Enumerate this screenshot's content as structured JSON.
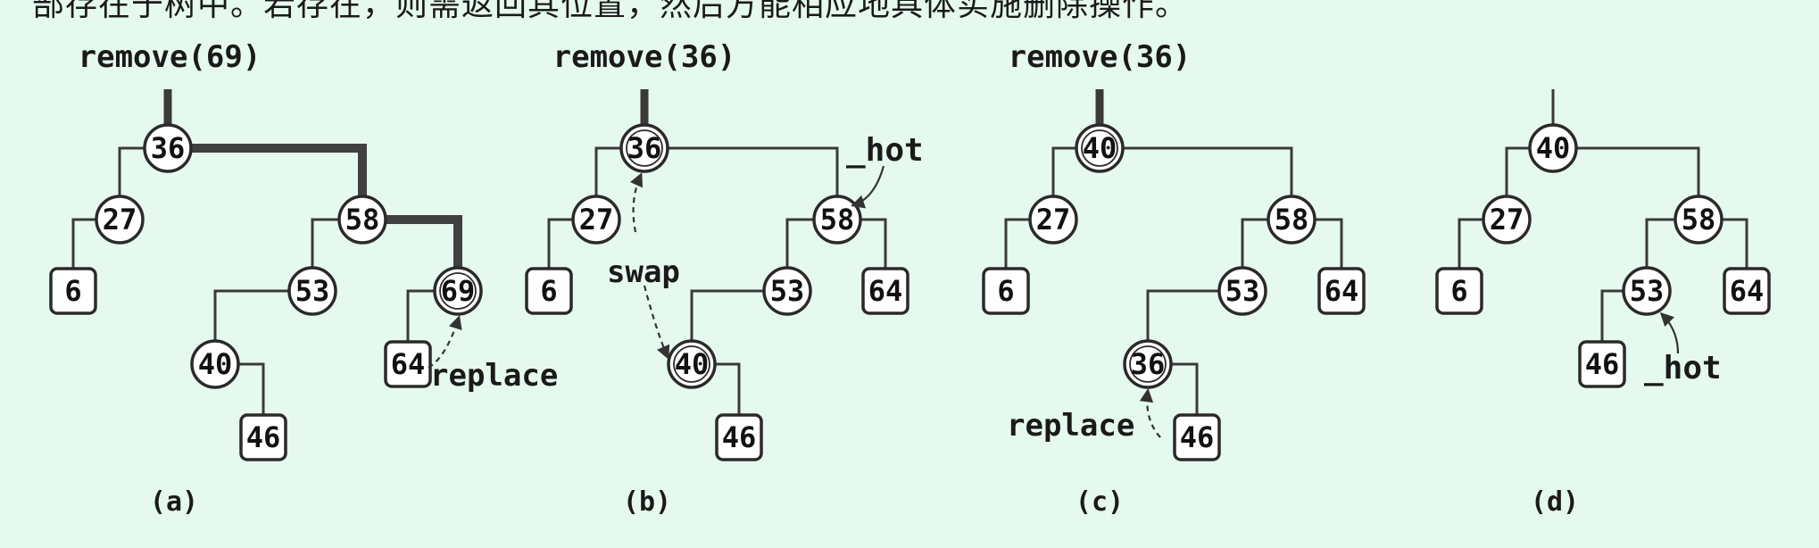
{
  "top_text": "部存在于树中。若存在，则需返回其位置，然后方能相应地具体实施删除操作。",
  "bottom_text": "",
  "panels": [
    {
      "caption": "(a)",
      "title": "remove(69)",
      "nodes": {
        "n36": {
          "label": "36",
          "shape": "circle"
        },
        "n27": {
          "label": "27",
          "shape": "circle"
        },
        "n58": {
          "label": "58",
          "shape": "circle"
        },
        "n6": {
          "label": "6",
          "shape": "box"
        },
        "n53": {
          "label": "53",
          "shape": "circle"
        },
        "n69": {
          "label": "69",
          "shape": "circle",
          "double": true
        },
        "n40": {
          "label": "40",
          "shape": "circle"
        },
        "n64": {
          "label": "64",
          "shape": "box"
        },
        "n46": {
          "label": "46",
          "shape": "box"
        }
      },
      "annotations": [
        {
          "text": "replace"
        }
      ]
    },
    {
      "caption": "(b)",
      "title": "remove(36)",
      "nodes": {
        "n36": {
          "label": "36",
          "shape": "circle",
          "double": true
        },
        "n27": {
          "label": "27",
          "shape": "circle"
        },
        "n58": {
          "label": "58",
          "shape": "circle"
        },
        "n6": {
          "label": "6",
          "shape": "box"
        },
        "n53": {
          "label": "53",
          "shape": "circle"
        },
        "n64": {
          "label": "64",
          "shape": "box"
        },
        "n40": {
          "label": "40",
          "shape": "circle",
          "double": true
        },
        "n46": {
          "label": "46",
          "shape": "box"
        }
      },
      "annotations": [
        {
          "text": "_hot"
        },
        {
          "text": "swap"
        }
      ]
    },
    {
      "caption": "(c)",
      "title": "remove(36)",
      "nodes": {
        "n40": {
          "label": "40",
          "shape": "circle",
          "double": true
        },
        "n27": {
          "label": "27",
          "shape": "circle"
        },
        "n58": {
          "label": "58",
          "shape": "circle"
        },
        "n6": {
          "label": "6",
          "shape": "box"
        },
        "n53": {
          "label": "53",
          "shape": "circle"
        },
        "n64": {
          "label": "64",
          "shape": "box"
        },
        "n36": {
          "label": "36",
          "shape": "circle",
          "double": true
        },
        "n46": {
          "label": "46",
          "shape": "box"
        }
      },
      "annotations": [
        {
          "text": "replace"
        }
      ]
    },
    {
      "caption": "(d)",
      "title": "",
      "nodes": {
        "n40": {
          "label": "40",
          "shape": "circle"
        },
        "n27": {
          "label": "27",
          "shape": "circle"
        },
        "n58": {
          "label": "58",
          "shape": "circle"
        },
        "n6": {
          "label": "6",
          "shape": "box"
        },
        "n53": {
          "label": "53",
          "shape": "circle"
        },
        "n64": {
          "label": "64",
          "shape": "box"
        },
        "n46": {
          "label": "46",
          "shape": "box"
        }
      },
      "annotations": [
        {
          "text": "_hot"
        }
      ]
    }
  ]
}
